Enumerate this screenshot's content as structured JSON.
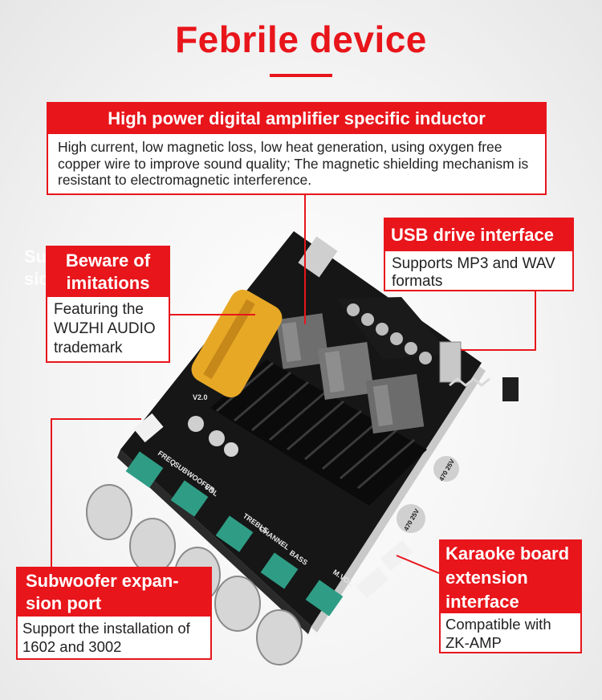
{
  "title": "Febrile device",
  "background_fragment": [
    "Su",
    "sic"
  ],
  "callouts": {
    "inductor": {
      "heading": "High power digital amplifier specific inductor",
      "text": "High current, low magnetic loss, low heat generation, using oxygen free copper wire to improve sound quality; The magnetic shielding mechanism is resistant to electromagnetic interference."
    },
    "usb": {
      "heading": "USB drive interface",
      "text": "Supports MP3 and WAV formats"
    },
    "beware": {
      "heading": "Beware of imitations",
      "text": "Featuring the WUZHI AUDIO trademark"
    },
    "subwoofer": {
      "heading": "Subwoofer expan- sion port",
      "text": "Support the installation of 1602 and 3002"
    },
    "karaoke": {
      "heading": "Karaoke board extension interface",
      "text": "Compatible with ZK-AMP"
    }
  },
  "board_labels": {
    "freq": "FREQ",
    "subwoofer": "SUBWOOFER",
    "vol": "VOL",
    "treble": "TREBLE",
    "channel": "CHANNEL",
    "bass": "BASS",
    "mvol": "M.VOL",
    "cap_left": "470 25V",
    "cap_right": "470 25V",
    "version": "V2.0"
  },
  "colors": {
    "accent": "#e8151b",
    "board": "#161616",
    "heatsink": "#0d0d0d",
    "capacitor": "#e7a826",
    "pot": "#2f9d85",
    "knob": "#d6d6d6"
  }
}
